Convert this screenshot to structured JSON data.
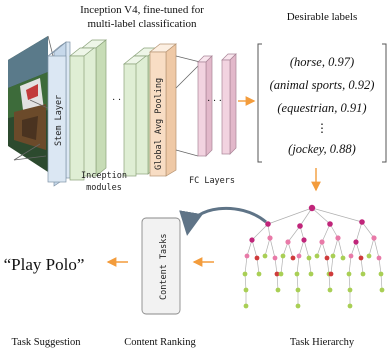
{
  "header": {
    "model_line1": "Inception V4, fine-tuned for",
    "model_line2": "multi-label classification",
    "desirable_labels": "Desirable labels"
  },
  "network": {
    "stem_label": "Stem Layer",
    "pool_label": "Global Avg Pooling",
    "inception_label_1": "Inception",
    "inception_label_2": "modules",
    "fc_label": "FC Layers",
    "dots": "· · ·"
  },
  "labels_list": [
    {
      "text": "(horse, 0.97)"
    },
    {
      "text": "(animal sports, 0.92)"
    },
    {
      "text": "(equestrian, 0.91)"
    },
    {
      "text": "⋮"
    },
    {
      "text": "(jockey, 0.88)"
    }
  ],
  "content_tasks_label": "Content Tasks",
  "suggestion": "“Play Polo”",
  "footer": {
    "task_suggestion": "Task Suggestion",
    "content_ranking": "Content Ranking",
    "task_hierarchy": "Task Hierarchy"
  },
  "colors": {
    "arrow": "#f39c3c",
    "stem": "#dbe7f3",
    "inception": "#dfeed4",
    "pool": "#f8ddc4",
    "fc": "#f2d3e0",
    "tree_node_magenta": "#c0257a",
    "tree_node_pink": "#e87aa8",
    "tree_node_red": "#cf3b3b",
    "tree_node_green": "#a9cf55"
  }
}
